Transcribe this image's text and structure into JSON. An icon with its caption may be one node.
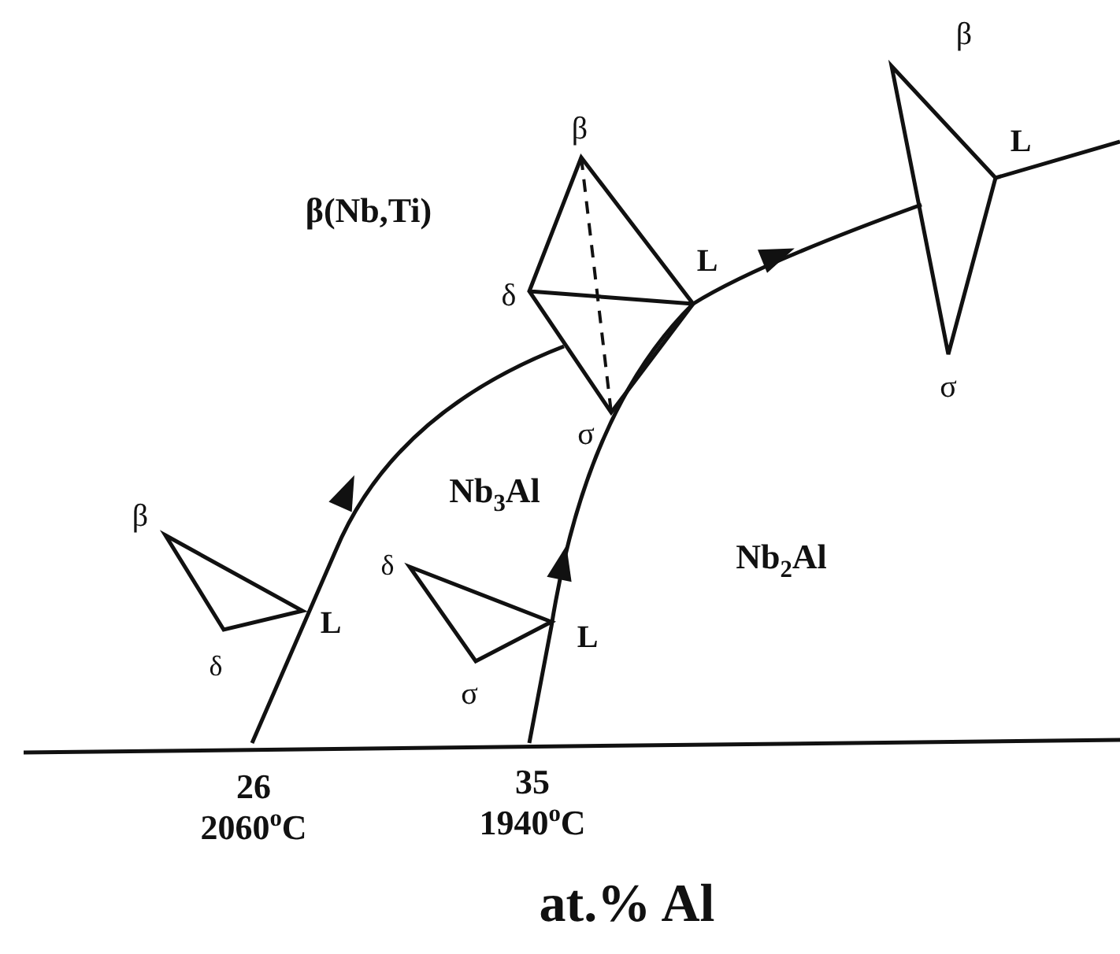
{
  "diagram": {
    "labels": [
      "β",
      "L",
      "β(Nb,Ti)",
      "β",
      "L",
      "δ",
      "σ",
      "σ",
      "Nb$_{3}$Al",
      "β",
      "Nb$_{2}$Al",
      "δ",
      "L",
      "L",
      "δ",
      "σ",
      "26",
      "35",
      "2060$^{o}$C",
      "1940$^{o}$C",
      "at.% Al"
    ]
  }
}
